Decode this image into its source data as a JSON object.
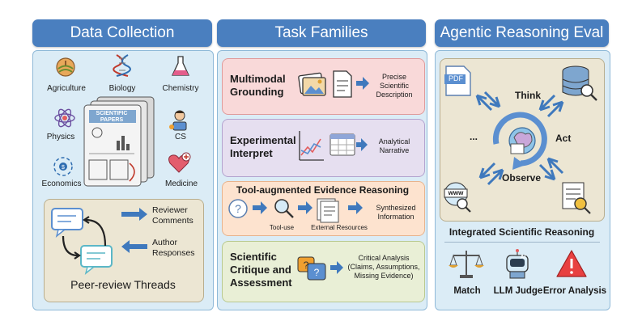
{
  "headers": {
    "data_collection": "Data Collection",
    "task_families": "Task Families",
    "agentic_eval": "Agentic Reasoning Eval"
  },
  "data_collection": {
    "domains": [
      "Agriculture",
      "Biology",
      "Chemistry",
      "Physics",
      "CS",
      "Economics",
      "Medicine"
    ],
    "papers_label": "SCIENTIFIC PAPERS",
    "reviewer_comments": "Reviewer Comments",
    "author_responses": "Author Responses",
    "peer_review": "Peer-review Threads"
  },
  "task_families": {
    "multimodal": {
      "title": "Multimodal Grounding",
      "output": "Precise Scientific Description"
    },
    "experimental": {
      "title": "Experimental Interpret",
      "output": "Analytical Narrative"
    },
    "tool": {
      "title": "Tool-augmented Evidence Reasoning",
      "tool_use": "Tool-use",
      "external": "External Resources",
      "output": "Synthesized Information"
    },
    "critique": {
      "title": "Scientific Critique and Assessment",
      "output": "Critical Analysis (Claims, Assumptions, Missing Evidence)"
    }
  },
  "agentic": {
    "think": "Think",
    "act": "Act",
    "observe": "Observe",
    "ellipsis": "...",
    "pdf": "PDF",
    "www": "www",
    "integrated": "Integrated Scientific Reasoning",
    "metrics": [
      "Match",
      "LLM Judge",
      "Error Analysis"
    ]
  },
  "colors": {
    "header": "#4a7fbf",
    "panel": "#dbecf6",
    "multimodal_bg": "#f9d9d9",
    "experimental_bg": "#e6dff0",
    "tool_bg": "#fde3cf",
    "critique_bg": "#e9efd6",
    "peer_bg": "#ece6d3",
    "arrow": "#3f79bd"
  }
}
